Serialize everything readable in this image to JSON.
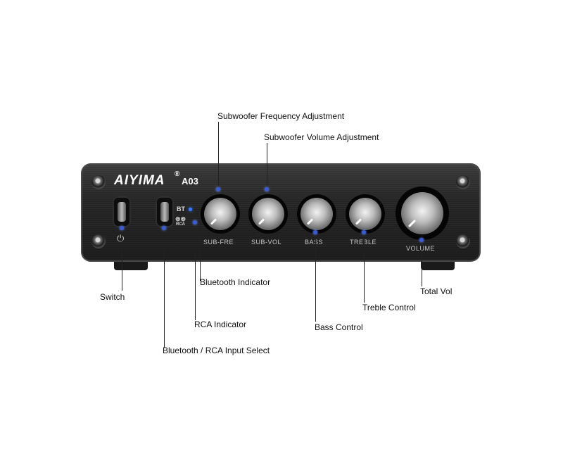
{
  "device": {
    "brand": "AIYIMA",
    "registered_mark": "®",
    "model": "A03"
  },
  "panel_labels": {
    "sub_fre": "SUB-FRE",
    "sub_vol": "SUB-VOL",
    "bass": "BASS",
    "treble": "TREBLE",
    "volume": "VOLUME",
    "bt": "BT",
    "rca": "RCA",
    "rca_symbol": "⊚⊚"
  },
  "callouts": {
    "subwoofer_frequency": "Subwoofer Frequency Adjustment",
    "subwoofer_volume": "Subwoofer Volume Adjustment",
    "bluetooth_indicator": "Bluetooth Indicator",
    "switch": "Switch",
    "rca_indicator": "RCA Indicator",
    "bass_control": "Bass Control",
    "treble_control": "Treble Control",
    "total_vol": "Total Vol",
    "input_select": "Bluetooth / RCA Input Select"
  },
  "icons": {
    "power": "power-icon",
    "screw": "screw-icon",
    "led": "led-indicator"
  },
  "colors": {
    "panel": "#232323",
    "dot": "#3b5bd6",
    "led": "#3e7bff"
  }
}
